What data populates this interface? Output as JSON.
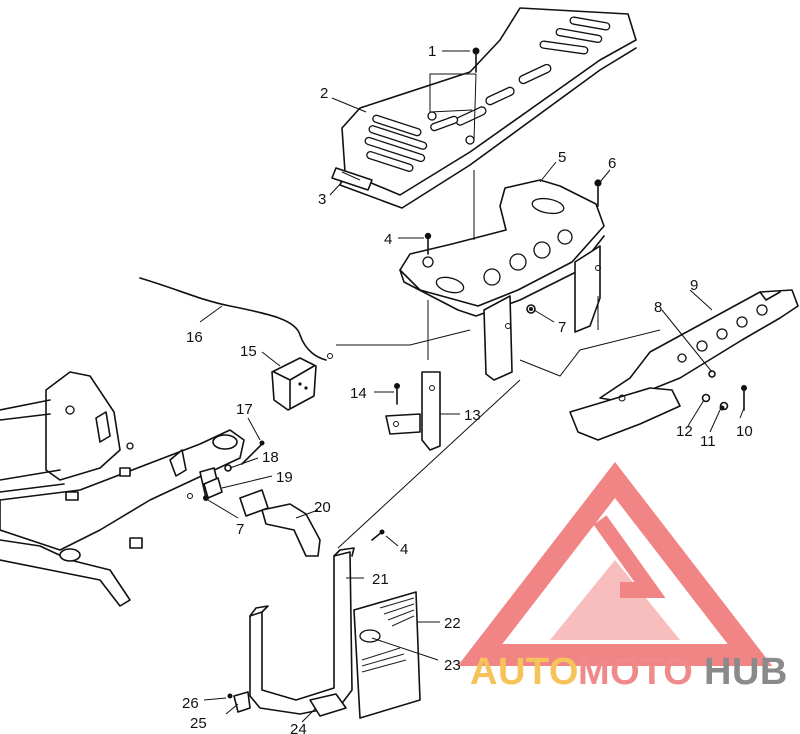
{
  "callouts": {
    "c1": "1",
    "c2": "2",
    "c3": "3",
    "c4a": "4",
    "c4b": "4",
    "c5": "5",
    "c6": "6",
    "c7a": "7",
    "c7b": "7",
    "c8": "8",
    "c9": "9",
    "c10": "10",
    "c11": "11",
    "c12": "12",
    "c13": "13",
    "c14": "14",
    "c15": "15",
    "c16": "16",
    "c17": "17",
    "c18": "18",
    "c19": "19",
    "c20": "20",
    "c21": "21",
    "c22": "22",
    "c23": "23",
    "c24": "24",
    "c25": "25",
    "c26": "26"
  },
  "watermark": {
    "auto": "AUTO",
    "moto": "MOTO",
    "hub": "HUB",
    "colors": {
      "auto": "#f6c35a",
      "moto": "#f08a8a",
      "hub": "#8a8a8a",
      "logo": "#f07878"
    }
  }
}
